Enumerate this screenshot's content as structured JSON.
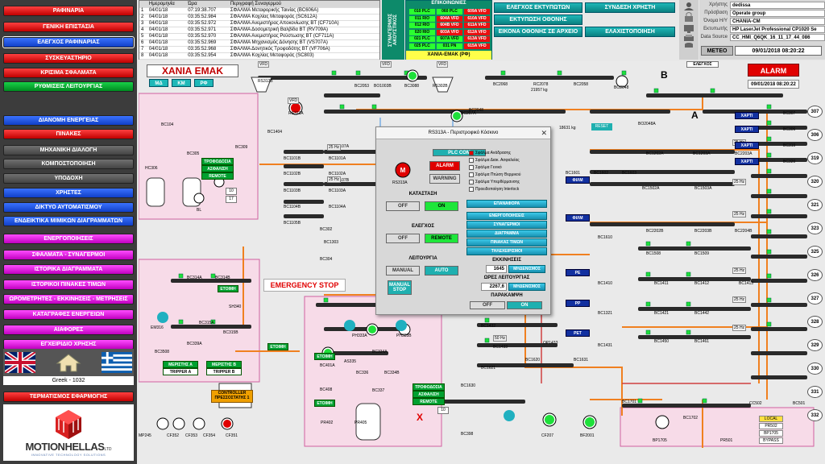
{
  "left_menu": [
    {
      "label": "ΡΑΦΙΝΑΡΙΑ",
      "color": "red"
    },
    {
      "label": "ΓΕΝΙΚΗ ΕΠΙΣΤΑΣΙΑ",
      "color": "red"
    },
    {
      "label": "ΕΛΕΓΧΟΣ ΡΑΦΙΝΑΡΙΑΣ",
      "color": "blue"
    },
    {
      "label": "ΣΥΣΚΕΥΑΣΤΗΡΙΟ",
      "color": "red"
    },
    {
      "label": "ΚΡΙΣΙΜΑ ΣΦΑΛΜΑΤΑ",
      "color": "red"
    },
    {
      "label": "ΡΥΘΜΙΣΕΙΣ ΛΕΙΤΟΥΡΓΙΑΣ",
      "color": "green"
    },
    {
      "label": "ΔΙΑΝΟΜΗ ΕΝΕΡΓΕΙΑΣ",
      "color": "blue"
    },
    {
      "label": "ΠΙΝΑΚΕΣ",
      "color": "red"
    },
    {
      "label": "ΜΗΧΑΝΙΚΗ ΔΙΑΛΟΓΗ",
      "color": "gray"
    },
    {
      "label": "ΚΟΜΠΟΣΤΟΠΟΙΗΣΗ",
      "color": "gray"
    },
    {
      "label": "ΥΠΟΔΟΧΗ",
      "color": "gray"
    },
    {
      "label": "ΧΡΗΣΤΕΣ",
      "color": "blue"
    },
    {
      "label": "ΔΙΚΤΥΟ ΑΥΤΟΜΑΤΙΣΜΟΥ",
      "color": "blue"
    },
    {
      "label": "ΕΝΔΕΙΚΤΙΚΑ ΜΙΜΙΚΩΝ ΔΙΑΓΡΑΜΜΑΤΩΝ",
      "color": "blue"
    },
    {
      "label": "ΕΝΕΡΓΟΠΟΙΗΣΕΙΣ",
      "color": "magenta"
    },
    {
      "label": "ΣΦΑΛΜΑΤΑ - ΣΥΝΑΓΕΡΜΟΙ",
      "color": "magenta"
    },
    {
      "label": "ΙΣΤΟΡΙΚΑ ΔΙΑΓΡΑΜΜΑΤΑ",
      "color": "magenta"
    },
    {
      "label": "ΙΣΤΟΡΙΚΟΙ ΠΙΝΑΚΕΣ ΤΙΜΩΝ",
      "color": "magenta"
    },
    {
      "label": "ΩΡΟΜΕΤΡΗΤΕΣ - ΕΚΚΙΝΗΣΕΙΣ - ΜΕΤΡΗΣΕΙΣ",
      "color": "magenta"
    },
    {
      "label": "ΚΑΤΑΓΡΑΦΕΣ ΕΝΕΡΓΕΙΩΝ",
      "color": "magenta"
    },
    {
      "label": "ΑΙΑΦΟΡΕΣ",
      "color": "magenta"
    },
    {
      "label": "ΕΓΧΕΙΡΙΔΙΟ ΧΡΗΣΗΣ",
      "color": "magenta"
    },
    {
      "label": "ΤΕΡΜΑΤΙΣΜΟΣ ΕΦΑΡΜΟΓΗΣ",
      "color": "red"
    }
  ],
  "language_label": "Greek - 1032",
  "logo": {
    "name": "MOTIONHELLAS",
    "suffix": "LTD",
    "tagline": "INNOVATIVE TECHNOLOGY SOLUTIONS"
  },
  "alarm_table": {
    "headers": [
      "",
      "Ημερομηνία",
      "Ώρα",
      "Περιγραφή Συναγερμού"
    ],
    "rows": [
      [
        "1",
        "04/01/18",
        "07:19:38.707",
        "ΣΦΑΛΜΑ Μεταφορικής Ταινίας (BC606A)"
      ],
      [
        "2",
        "04/01/18",
        "03:35:52.984",
        "ΣΦΑΛΜΑ Κοχλίας Μεταφοράς (SC612A)"
      ],
      [
        "3",
        "04/01/18",
        "03:35:52.972",
        "ΣΦΑΛΜΑ Ανεμιστήρας Αποκονίωσης BT (CF710A)"
      ],
      [
        "4",
        "04/01/18",
        "03:35:52.971",
        "ΣΦΑΛΜΑ Δοσομετρική Βαλβίδα BT (RV709A)"
      ],
      [
        "5",
        "04/01/18",
        "03:35:52.970",
        "ΣΦΑΛΜΑ Ανεμιστήρας Ρεύστωσης BT (CF711A)"
      ],
      [
        "6",
        "04/01/18",
        "03:35:52.969",
        "ΣΦΑΛΜΑ Μηχανισμός Δόνησης BT (VS707A)"
      ],
      [
        "7",
        "04/01/18",
        "03:35:52.968",
        "ΣΦΑΛΜΑ Δονητικός Τροφοδότης BT (VF706A)"
      ],
      [
        "8",
        "04/01/18",
        "03:35:52.954",
        "ΣΦΑΛΜΑ Κοχλίας Μεταφοράς (SC803)"
      ]
    ]
  },
  "synagermos_tab": "ΣΥΝΑΓΕΡΜΟΣ ΑΚΟΥΣΤΙΚΟΣ",
  "comm": {
    "title": "ΕΠΙΚΟΙΝΩΝΙΕΣ",
    "rows": [
      [
        {
          "t": "010 PLC",
          "s": "ok"
        },
        {
          "t": "060 PLC",
          "s": "ok"
        },
        {
          "t": "609A VFD",
          "s": "bad"
        }
      ],
      [
        {
          "t": "011 RIO",
          "s": "ok"
        },
        {
          "t": "604A VFD",
          "s": "bad"
        },
        {
          "t": "610A VFD",
          "s": "bad"
        }
      ],
      [
        {
          "t": "012 RIO",
          "s": "ok"
        },
        {
          "t": "604B VFD",
          "s": "bad"
        },
        {
          "t": "611A VFD",
          "s": "bad"
        }
      ],
      [
        {
          "t": "020 RIO",
          "s": "ok"
        },
        {
          "t": "603A VFD",
          "s": "bad"
        },
        {
          "t": "612A VFD",
          "s": "bad"
        }
      ],
      [
        {
          "t": "021 PLC",
          "s": "ok"
        },
        {
          "t": "607A VFD",
          "s": "ok"
        },
        {
          "t": "613A VFD",
          "s": "bad"
        }
      ],
      [
        {
          "t": "025 PLC",
          "s": "ok"
        },
        {
          "t": "031 PN",
          "s": "ok"
        },
        {
          "t": "615A VFD",
          "s": "bad"
        }
      ]
    ],
    "footer": "ΧΑΝΙΑ-ΕΜΑΚ (ΡΦ)"
  },
  "top_buttons": {
    "print_alarms": "ΕΛΕΓΧΟΣ ΕΚΤΥΠΩΤΩΝ",
    "print_screen": "ΕΚΤΥΠΩΣΗ ΟΘΟΝΗΣ",
    "screen_to_file": "ΕΙΚΟΝΑ ΟΘΟΝΗΣ ΣΕ ΑΡΧΕΙΟ",
    "login": "ΣΥΝΔΕΣΗ ΧΡΗΣΤΗ",
    "minimize": "ΕΛΑΧΙΣΤΟΠΟΙΗΣΗ"
  },
  "user_info": [
    {
      "label": "Χρήστης",
      "value": "dedissa"
    },
    {
      "label": "Πρόσβαση",
      "value": "Operate group"
    },
    {
      "label": "Όνομα Η/Υ",
      "value": "CHANIA-CM"
    },
    {
      "label": "Εκτυπωτής",
      "value": "HP LaserJet Professional CP1020 Se"
    },
    {
      "label": "Data Source",
      "value": "CC_HMI_Q6QK_16_11_17_44_086"
    }
  ],
  "meteo": "ΜΕΤΕΟ",
  "datetime": "09/01/2018 08:20:22",
  "alarm_button": "ALARM",
  "alarm_datetime": "09/01/2018 08:20:22",
  "site_title": "ΧΑΝΙΑ ΕΜΑΚ",
  "site_buttons": [
    "ΜΔ",
    "ΚΜ",
    "ΡΦ"
  ],
  "emergency": "EMERGENCY STOP",
  "popup": {
    "title": "RS313A - Περιστροφικό Κόσκινο",
    "plc_com": "PLC COM",
    "alarm": "ALARM",
    "warning": "WARNING",
    "device": "RS313A",
    "sections": [
      {
        "label": "ΚΑΤΑΣΤΑΣΗ",
        "off": "OFF",
        "on": "ON"
      },
      {
        "label": "ΕΛΕΓΧΟΣ",
        "off": "OFF",
        "on": "REMOTE"
      },
      {
        "label": "ΛΕΙΤΟΥΡΓΙΑ",
        "off": "MANUAL",
        "on": "AUTO"
      }
    ],
    "manual_stop": "MANUAL STOP",
    "faults": [
      "Σφάλμα Ανάδρασης",
      "Σφάλμα Διακ. Ασφαλείας",
      "Σφάλμα Γενικό",
      "Σφάλμα Πτώση Θερμικού",
      "Σφάλμα Υπερθέρμανσης",
      "Προειδοποίηση Interlock"
    ],
    "faults_active": [
      true,
      false,
      false,
      false,
      false,
      false
    ],
    "reset": "ΕΠΑΝΑΦΟΡΑ",
    "right_buttons": [
      "ΕΝΕΡΓΟΠΟΙΗΣΕΙΣ",
      "ΣΥΝΑΓΕΡΜΟΙ",
      "ΔΙΑΓΡΑΜΜΑ",
      "ΠΙΝΑΚΑΣ ΤΙΜΩΝ",
      "ΤΗΛΕΧΕΙΡΙΣΜΟΙ"
    ],
    "starts_label": "ΕΚΚΙΝΗΣΕΙΣ",
    "starts_value": "1645",
    "hours_label": "ΩΡΕΣ ΛΕΙΤΟΥΡΓΙΑΣ",
    "hours_value": "2267,6",
    "reset_zero": "ΜΗΔΕΝΙΣΜΟΣ",
    "bypass_label": "ΠΑΡΑΚΑΜΨΗ",
    "bypass_off": "OFF",
    "bypass_on": "ON"
  },
  "chutes": [
    "ΧΑΡΤΙ",
    "ΧΑΡΤΙ",
    "ΧΑΡΤΙ",
    "ΧΑΡΤΙ",
    "ΦΙΛΜ",
    "ΦΙΛΜ",
    "PE",
    "PP",
    "PET"
  ],
  "chute_numbers": [
    "307",
    "306",
    "319",
    "320",
    "321",
    "323",
    "325",
    "326",
    "327",
    "328",
    "329",
    "330",
    "331",
    "332"
  ],
  "equipment_labels": {
    "rs313b": "RS313B",
    "rs313a": "RS313A",
    "bo1003b": "BO1003B",
    "rs302b": "RS302B",
    "bc2068": "BC2068",
    "rc2078": "RC2078",
    "bc2058": "BC2058",
    "bo2048": "BO2048",
    "bo2048a": "BO2048A",
    "bc307": "BC307",
    "bc306": "BC306",
    "bc319": "BC319",
    "bc320": "BC320",
    "bc2203a": "BC2203A",
    "bc1202a": "BC1202A",
    "bc1203a": "BC1203A",
    "bc1601": "BC1601",
    "bc1602": "BC1602",
    "bc1603": "BC1603",
    "bc1610": "BC1610",
    "bc1411": "BC1411",
    "bc1412": "BC1412",
    "bc1413": "BC1413",
    "bc1421": "BC1421",
    "bc1431": "BC1431",
    "bc1442": "BC1442",
    "bc1450": "BC1450",
    "bc1461": "BC1461",
    "bc1620": "BC1620",
    "bc1631": "BC1631",
    "bc1701": "BC1701",
    "cc502": "CC502",
    "bc501": "BC501",
    "bc1702": "BC1702",
    "bp1705": "BP1705",
    "pr501": "PR501",
    "cf207": "CF207",
    "bf2001": "BF2001",
    "bc398": "BC398",
    "bc302": "BC302",
    "bc304": "BC304",
    "bc1303": "BC1303",
    "rm2": "PH333A",
    "ph333b": "PH333B",
    "bc401a": "BC401A",
    "bc408": "BC408",
    "as335": "AS335",
    "bc336": "BC336",
    "bc334a": "BC334A",
    "bc337": "BC337",
    "bc334b": "BC334B",
    "pr402": "PR402",
    "pr405": "PR405",
    "bc314a": "BC314A",
    "bc314b": "BC314B",
    "sh340": "SH340",
    "bc315a": "BC315A",
    "em316": "EM316",
    "bc339a": "BC339A",
    "bc315b": "BC315B",
    "mp245": "MP245",
    "cf352": "CF352",
    "cf353": "CF353",
    "cf354": "CF354",
    "cf351": "CF351",
    "bc3508": "BC3508",
    "hc306": "HC306",
    "bc104": "BC104",
    "bl": "BL",
    "bc309": "BC309",
    "bc305": "BC305",
    "bc3088": "BC3088",
    "bc207a": "BC207A",
    "rv": "18631 kg",
    "rc_weight": "21957 kg",
    "reset": "RESET",
    "bc1101b": "BC1101B",
    "bc1101a": "BC1101A",
    "bc1102b": "BC1102B",
    "bc1102a": "BC1102A",
    "bc1103b": "BC1103B",
    "bc1103a": "BC1103A",
    "bc1104b": "BC1104B",
    "bc1104a": "BC1104A",
    "bc1105b": "BC1105B",
    "bc1107a": "BC1107A",
    "bc1107b": "BC1107B",
    "bc1502a": "BC1502A",
    "bc1503a": "BC1503A",
    "bc2202b": "BC2202B",
    "bc2203b": "BC2203B",
    "bc2204b": "BC2204B",
    "bc1508": "BC1508",
    "bc1509": "BC1509",
    "bc1410": "BC1410",
    "bc1321": "BC1321",
    "bc1432": "BC1432",
    "bc1433": "BC1433",
    "op1433": "OP1433",
    "bc1621": "BC1621",
    "bc1630": "BC1630",
    "bc2048": "BC2048",
    "bc1404": "BC1404",
    "bc2053": "BC2053"
  },
  "hz_label": "25 Hz",
  "hz50": "50 Hz",
  "hz_vfd": "VFD",
  "trophodosia": "ΤΡΟΦΟΔΟΣΙΑ",
  "afalia": "ΑΣΦΑΛΙΣΗ",
  "remote": "REMOTE",
  "etoimh": "ΕΤΟΙΜΗ",
  "merisths_a": "ΜΕΡΙΣΤΗΣ Α",
  "merisths_b": "ΜΕΡΙΣΤΗΣ Β",
  "tripper_a": "TRIPPER A",
  "tripper_b": "TRIPPER B",
  "controller": "CONTROLLER ΠΡΕΣΣΟΣΤΑΤΗΣ 1",
  "elegxos": "ΕΛΕΓΧΟΣ",
  "letters": {
    "b": "B",
    "a": "A",
    "x": "X"
  },
  "legend": [
    "LOCAL",
    "PR502",
    "BP1705",
    "BYPASS"
  ],
  "small_numbers": {
    "n10a": "10",
    "n17": "17",
    "n10b": "10"
  },
  "colors": {
    "zone": "#f7dbe8",
    "conveyor": "#2a2a2a",
    "pipe": "#f08020",
    "accent_teal": "#0d8a6a"
  }
}
